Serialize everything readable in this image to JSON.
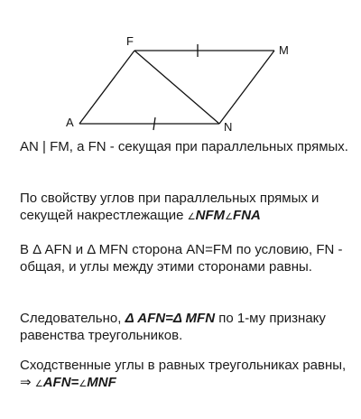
{
  "figure": {
    "points": {
      "A": "A",
      "F": "F",
      "M": "M",
      "N": "N"
    }
  },
  "text": {
    "p1": {
      "t1": "AN",
      "sep": "|",
      "t2": "FM, а FN - секущая при параллельных прямых."
    },
    "p2": {
      "t1": "По свойству углов при параллельных прямых и секущей накрестлежащие ",
      "angle_symbol_1": "∠",
      "angle_1": "NFM",
      "angle_symbol_2": "∠",
      "angle_2": "FNA"
    },
    "p3": {
      "t1": "В Δ AFN  и Δ MFN сторона AN=FM по условию, FN - общая, и углы между этими сторонами равны."
    },
    "p4": {
      "t1": "Следовательно, ",
      "bold": "Δ AFN=Δ MFN",
      "t2": " по 1-му признаку равенства треугольников."
    },
    "p5": {
      "t1": "Сходственные углы в равных треугольниках равны, ⇒ ",
      "angle_symbol": "∠",
      "bold": "AFN=",
      "angle_symbol_2": "∠",
      "bold2": "MNF"
    }
  }
}
